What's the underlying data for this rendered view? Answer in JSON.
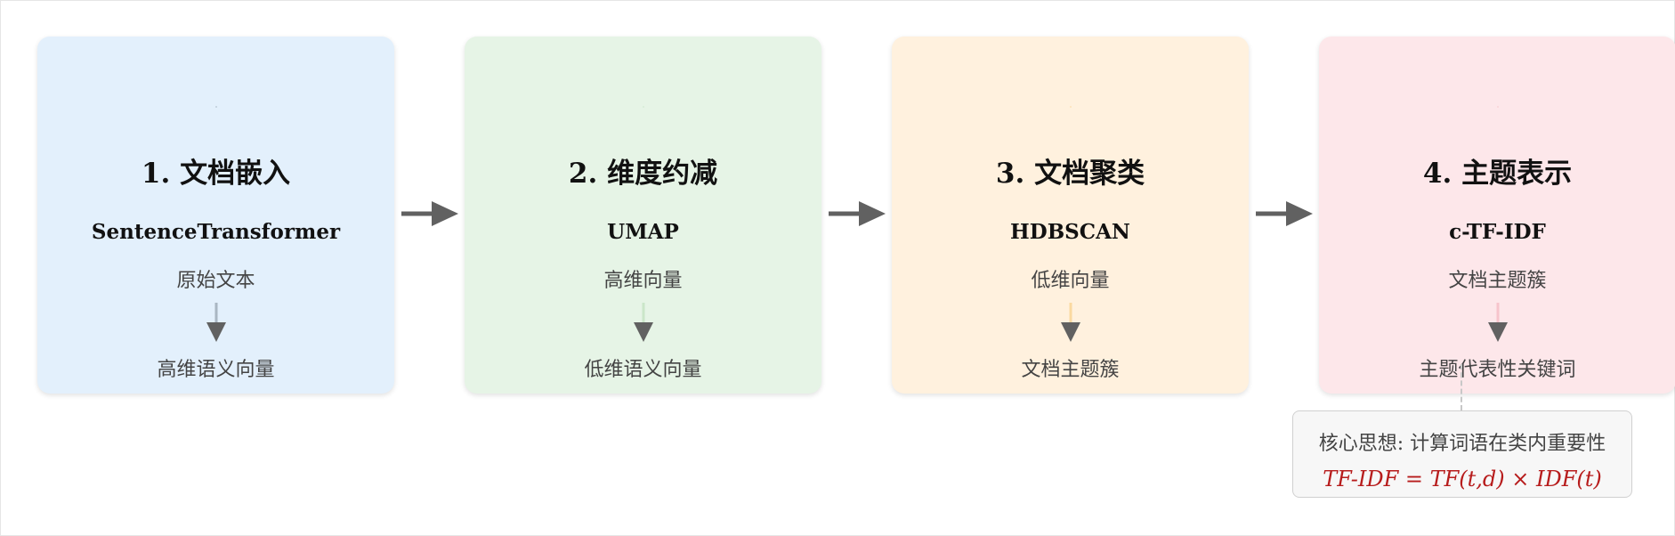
{
  "steps": [
    {
      "title": "1. 文档嵌入",
      "method": "SentenceTransformer",
      "input": "原始文本",
      "output": "高维语义向量",
      "bg": "#e3f0fc",
      "accent": "#a9b6c2"
    },
    {
      "title": "2. 维度约减",
      "method": "UMAP",
      "input": "高维向量",
      "output": "低维语义向量",
      "bg": "#e6f4e6",
      "accent": "#cbe6c9"
    },
    {
      "title": "3. 文档聚类",
      "method": "HDBSCAN",
      "input": "低维向量",
      "output": "文档主题簇",
      "bg": "#fff1de",
      "accent": "#fad9a0"
    },
    {
      "title": "4. 主题表示",
      "method": "c-TF-IDF",
      "input": "文档主题簇",
      "output": "主题代表性关键词",
      "bg": "#fde7ea",
      "accent": "#f7c4cc"
    }
  ],
  "note": {
    "idea": "核心思想: 计算词语在类内重要性",
    "formula": "TF-IDF = TF(t,d) × IDF(t)"
  },
  "colors": {
    "arrow": "#616161"
  }
}
